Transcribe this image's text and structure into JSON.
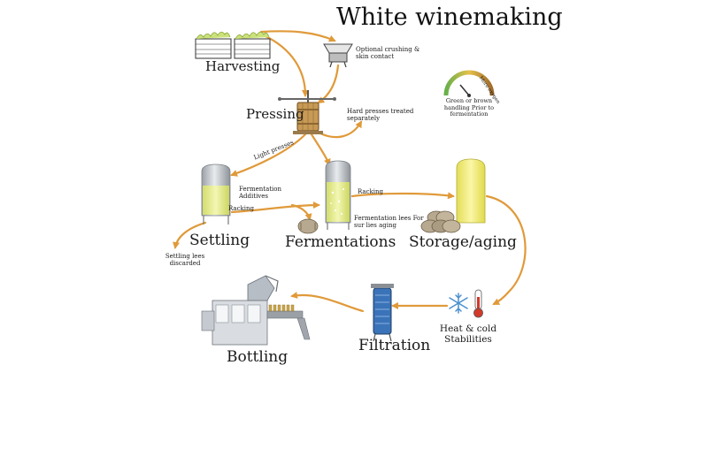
{
  "title": "White winemaking",
  "colors": {
    "arrow": "#e09a3a",
    "tank": "#c8cdd2",
    "wine": "#eef28a",
    "barrel": "#a89a86",
    "gauge_start": "#67b04a",
    "gauge_end": "#a06a2a"
  },
  "stages": {
    "harvesting": "Harvesting",
    "pressing": "Pressing",
    "settling": "Settling",
    "fermentations": "Fermentations",
    "storage_aging": "Storage/aging",
    "heat_cold": "Heat & cold Stabilities",
    "filtration": "Filtration",
    "bottling": "Bottling"
  },
  "notes": {
    "optional_crushing": "Optional crushing & skin contact",
    "hard_presses": "Hard presses treated separately",
    "light_presses": "Light presses",
    "fermentation_additives": "Fermentation Additives",
    "racking_1": "Racking",
    "racking_2": "Racking",
    "fermentation_lees": "Fermentation lees For sur lies aging",
    "settling_lees": "Settling lees discarded",
    "gauge_caption": "Green or brown handling Prior to fermentation",
    "gauge_more_oxygen": "More oxygen"
  },
  "icons": [
    "grape-crate-icon",
    "crusher-icon",
    "wine-press-icon",
    "settling-tank-icon",
    "fermentation-tank-icon",
    "storage-tank-icon",
    "barrel-icon",
    "snowflake-icon",
    "thermometer-icon",
    "filter-icon",
    "bottling-machine-icon",
    "oxygen-gauge-icon"
  ]
}
